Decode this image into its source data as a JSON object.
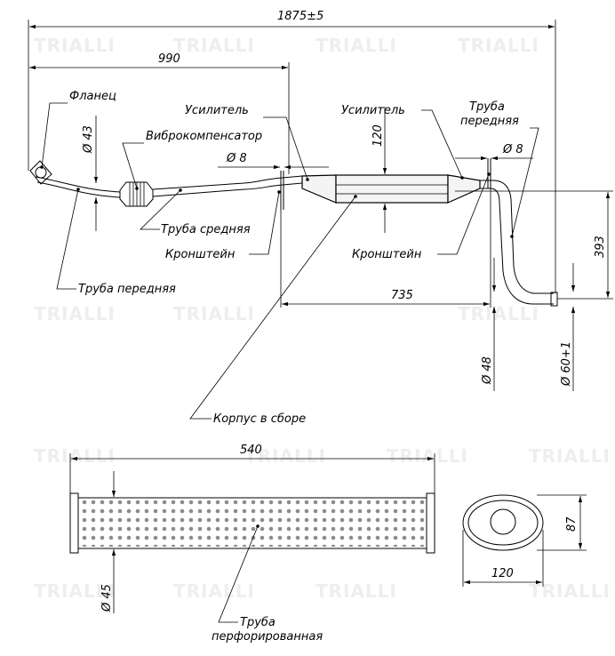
{
  "brand": "TRIALLI",
  "dimensions": {
    "total_length": "1875±5",
    "front_length": "990",
    "body_offset": "735",
    "height": "393",
    "body_height": "120",
    "d_front": "Ø 43",
    "d_8_left": "Ø 8",
    "d_8_right": "Ø 8",
    "d_inlet": "Ø 48",
    "d_outlet": "Ø 60+1",
    "perforated_length": "540",
    "perforated_diameter": "Ø 45",
    "oval_height": "87",
    "oval_width": "120"
  },
  "labels": {
    "flange": "Фланец",
    "flex": "Виброкомпенсатор",
    "reinforcer_left": "Усилитель",
    "reinforcer_right": "Усилитель",
    "pipe_front_right_1": "Труба",
    "pipe_front_right_2": "передняя",
    "pipe_middle": "Труба средняя",
    "bracket_left": "Кронштейн",
    "bracket_right": "Кронштейн",
    "pipe_front_left": "Труба передняя",
    "body_assembly": "Корпус в сборе",
    "perforated_1": "Труба",
    "perforated_2": "перфорированная"
  }
}
